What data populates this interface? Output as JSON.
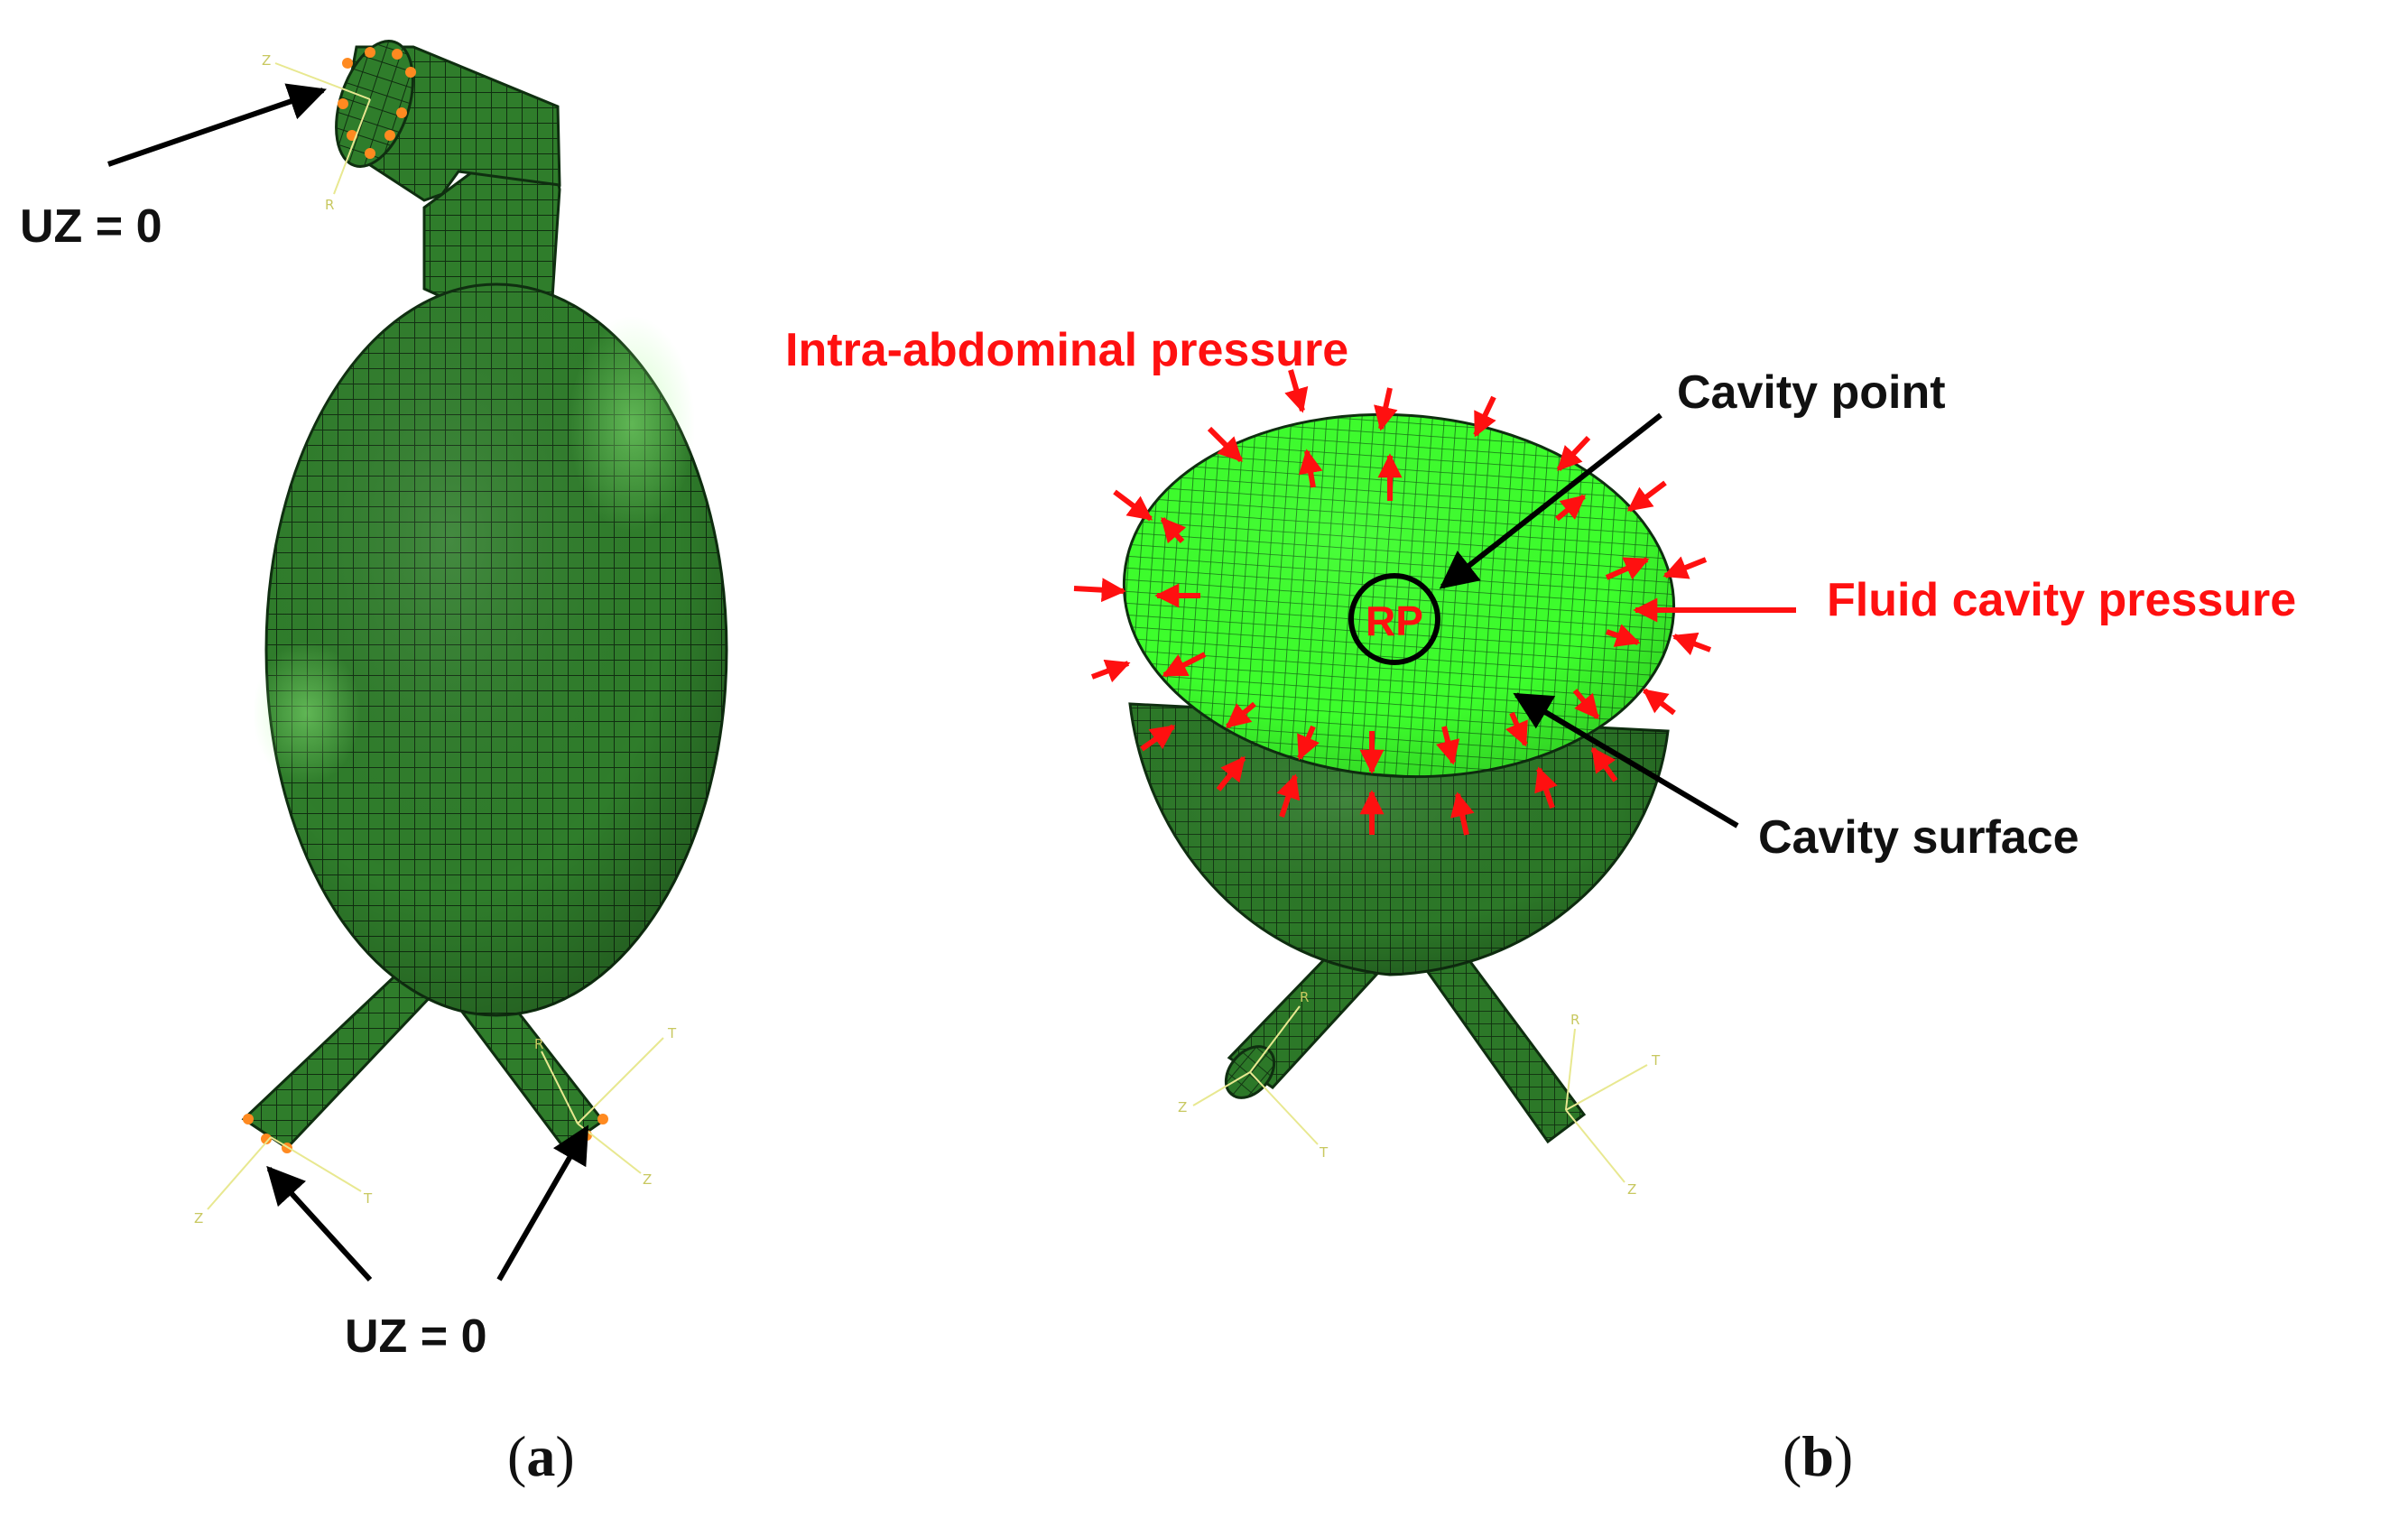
{
  "colors": {
    "mesh_dark": "#2e7a2a",
    "mesh_light": "#39ff2a",
    "mesh_line": "#0f2e10",
    "pressure_arrow": "#ff1010",
    "annotation_arrow": "#000000",
    "axis_triad": "#e8e890",
    "constraint_marker": "#ff8a20"
  },
  "panel_a": {
    "bc_top": "UZ = 0",
    "bc_bottom": "UZ = 0",
    "caption_open": "(",
    "caption_letter": "a",
    "caption_close": ")",
    "axes_top": [
      "Z",
      "R"
    ],
    "axes_left": [
      "Z",
      "T"
    ],
    "axes_right": [
      "T",
      "Z",
      "R"
    ]
  },
  "panel_b": {
    "intra_abdominal_label": "Intra-abdominal pressure",
    "cavity_point_label": "Cavity point",
    "rp_label": "RP",
    "fluid_cavity_label": "Fluid cavity pressure",
    "cavity_surface_label": "Cavity surface",
    "caption_open": "(",
    "caption_letter": "b",
    "caption_close": ")",
    "axes_left": [
      "Z",
      "T",
      "R"
    ],
    "axes_right": [
      "R",
      "T",
      "Z"
    ]
  }
}
